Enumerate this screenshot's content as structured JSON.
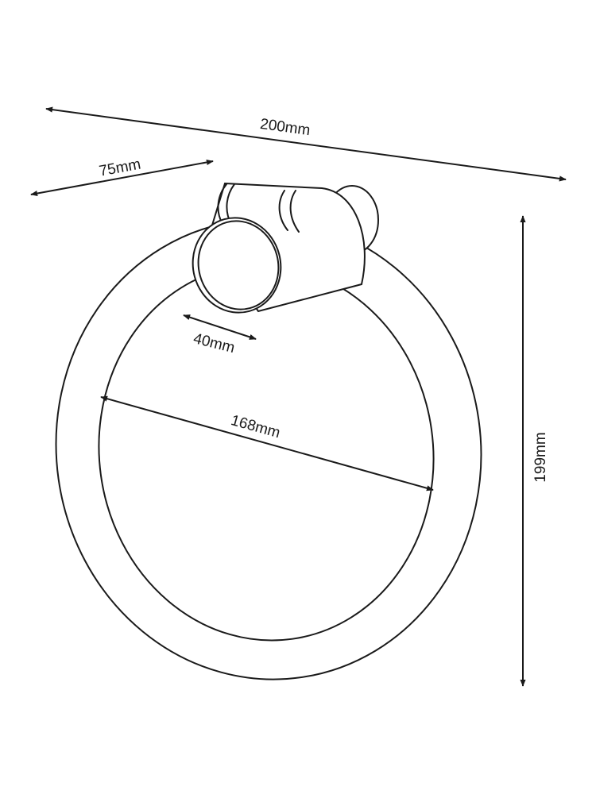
{
  "dimensions": {
    "overall_depth": "200mm",
    "wall_projection": "75mm",
    "mount_diameter": "40mm",
    "ring_inner_diameter": "168mm",
    "overall_height": "199mm"
  },
  "colors": {
    "line": "#1a1a1a",
    "background": "#ffffff"
  }
}
